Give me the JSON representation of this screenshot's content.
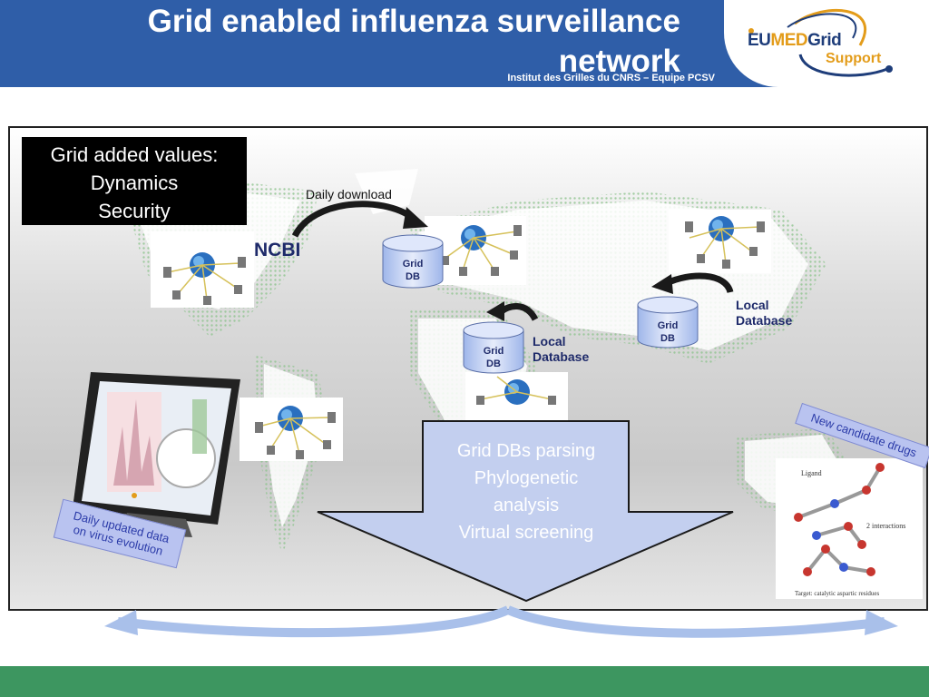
{
  "header": {
    "title": "Grid enabled influenza surveillance network",
    "subtitle": "Institut des Grilles du CNRS – Equipe PCSV",
    "logo_eu": "EU",
    "logo_med": "MED",
    "logo_grid": "Grid",
    "logo_support": "Support"
  },
  "grid_values": {
    "line1": "Grid added values:",
    "line2": "Dynamics",
    "line3": "Security"
  },
  "labels": {
    "ncbi": "NCBI",
    "daily_download": "Daily download",
    "local_db_1_line1": "Local",
    "local_db_1_line2": "Database",
    "local_db_2_line1": "Local",
    "local_db_2_line2": "Database",
    "new_candidate_drugs": "New candidate drugs",
    "daily_updated_line1": "Daily updated data",
    "daily_updated_line2": "on virus evolution"
  },
  "databases": [
    {
      "line1": "Grid",
      "line2": "DB"
    },
    {
      "line1": "Grid",
      "line2": "DB"
    },
    {
      "line1": "Grid",
      "line2": "DB"
    }
  ],
  "process": {
    "line1": "Grid DBs parsing",
    "line2": "Phylogenetic",
    "line3": "analysis",
    "line4": "Virtual screening"
  },
  "molecule": {
    "ligand": "Ligand",
    "interactions": "2 interactions",
    "target": "Target: catalytic aspartic residues"
  },
  "colors": {
    "header_blue": "#2f5ea8",
    "footer_green": "#3d9660",
    "arrow_fill": "#c3cfef",
    "label_navy": "#1e2a6a"
  }
}
